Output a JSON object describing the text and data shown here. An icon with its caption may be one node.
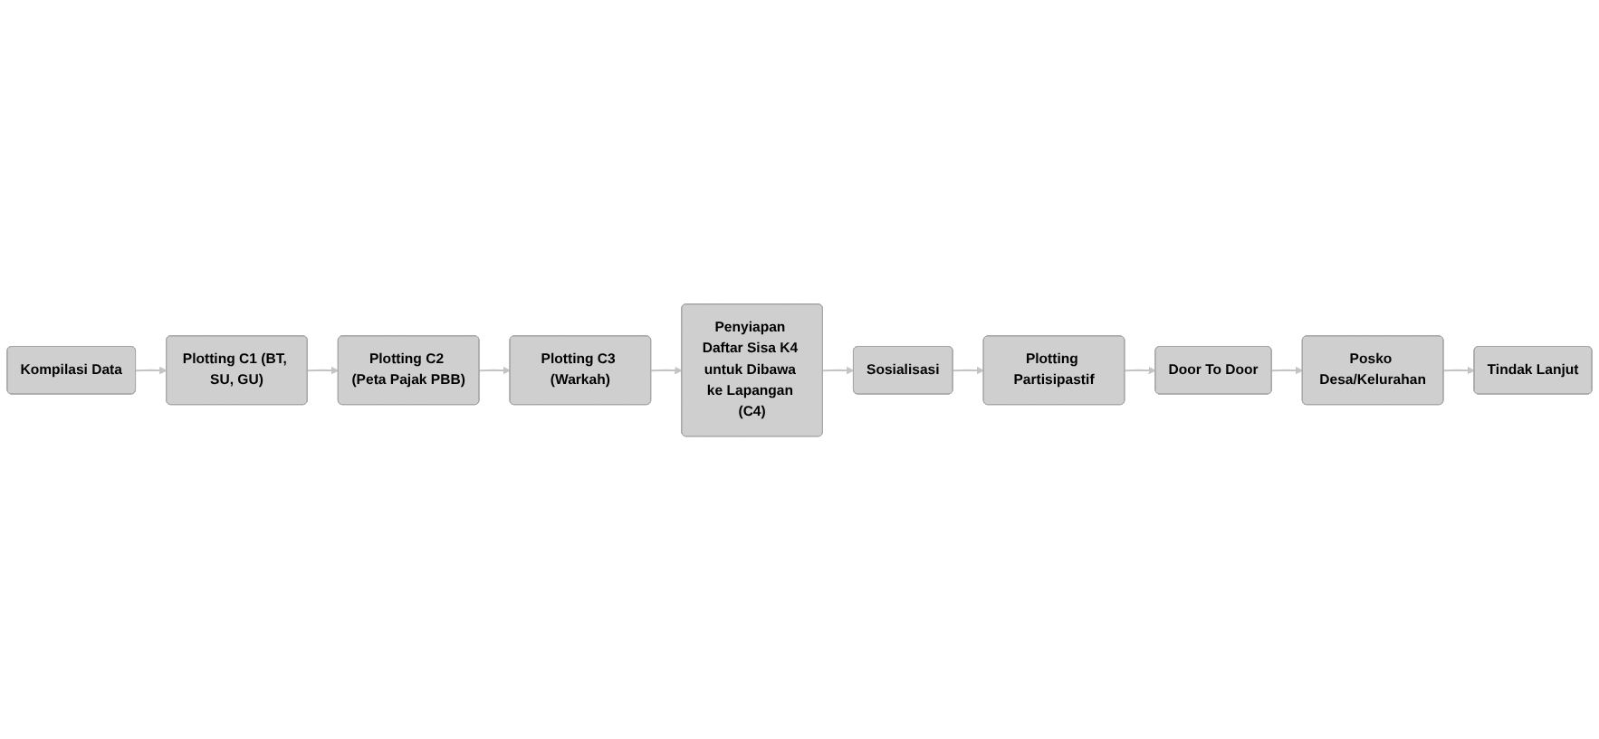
{
  "diagram": {
    "nodes": [
      {
        "text": [
          "Kompilasi Data"
        ]
      },
      {
        "text": [
          "Plotting C1 (BT, SU, GU)"
        ]
      },
      {
        "text": [
          "Plotting C2 (Peta Pajak PBB)"
        ]
      },
      {
        "text": [
          "Plotting C3 (Warkah)"
        ]
      },
      {
        "text": [
          "Penyiapan Daftar Sisa K4 untuk Dibawa ke Lapangan (C4)"
        ]
      },
      {
        "text": [
          "Sosialisasi"
        ]
      },
      {
        "text": [
          "Plotting Partisipastif"
        ]
      },
      {
        "text": [
          "Door To Door"
        ]
      },
      {
        "text": [
          "Posko Desa/Kelurahan"
        ]
      },
      {
        "text": [
          "Tindak Lanjut"
        ]
      }
    ],
    "edges": [
      {
        "from": 0,
        "to": 1,
        "arrow": "to"
      },
      {
        "from": 1,
        "to": 2,
        "arrow": "to"
      },
      {
        "from": 2,
        "to": 3,
        "arrow": "to"
      },
      {
        "from": 3,
        "to": 4,
        "arrow": "to"
      },
      {
        "from": 4,
        "to": 5,
        "arrow": "to"
      },
      {
        "from": 5,
        "to": 6,
        "arrow": "to"
      },
      {
        "from": 6,
        "to": 7,
        "arrow": "to"
      },
      {
        "from": 7,
        "to": 8,
        "arrow": "to"
      },
      {
        "from": 8,
        "to": 9,
        "arrow": "to"
      }
    ]
  }
}
